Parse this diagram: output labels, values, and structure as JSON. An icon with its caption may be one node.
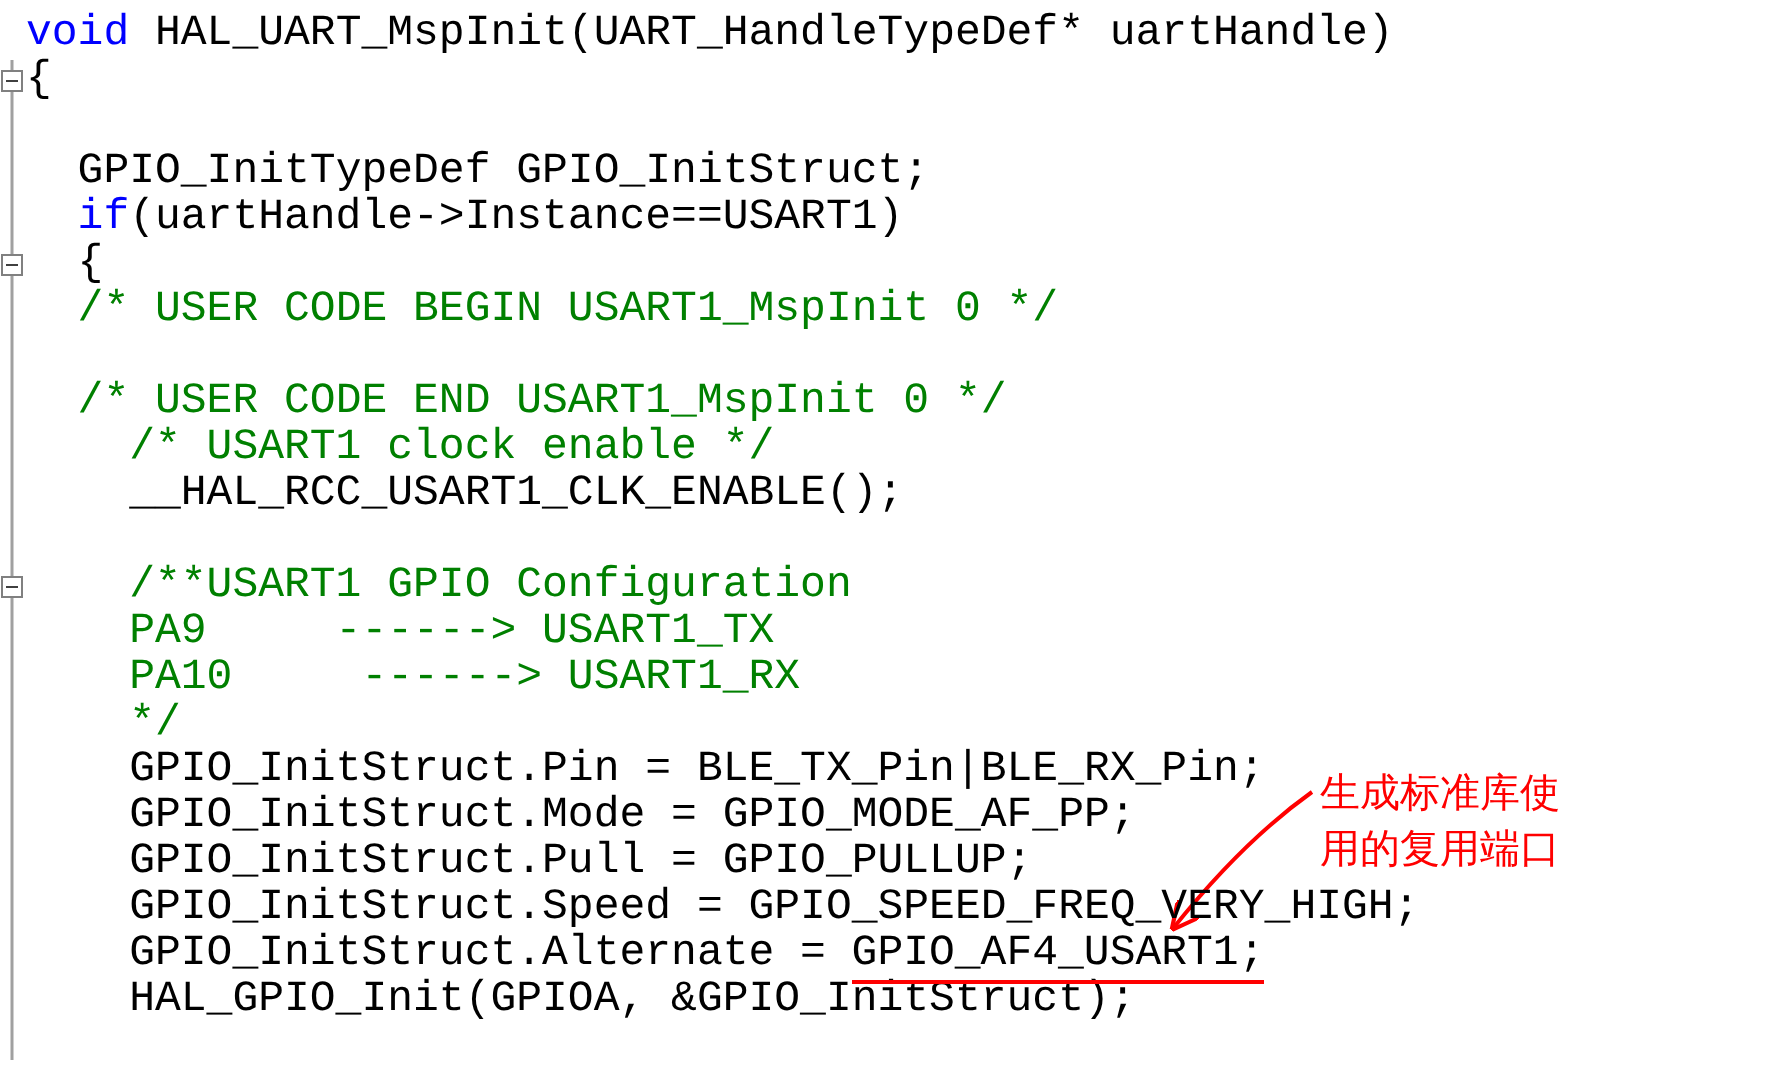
{
  "diagram": {
    "nodes": [
      {
        "text": [
          "生成标准库使用的复用端口"
        ]
      },
      {
        "text": [
          "GPIO_AF4_USART1;"
        ]
      }
    ],
    "edges": [
      {
        "from": 0,
        "to": 1,
        "arrow": "to",
        "color": "#ff0000"
      }
    ],
    "labels": [
      "void",
      "HAL_UART_MspInit(UART_HandleTypeDef* uartHandle)",
      "{",
      "GPIO_InitTypeDef GPIO_InitStruct;",
      "if",
      "(uartHandle->Instance==USART1)",
      "{",
      "/* USER CODE BEGIN USART1_MspInit 0 */",
      "/* USER CODE END USART1_MspInit 0 */",
      "/* USART1 clock enable */",
      "__HAL_RCC_USART1_CLK_ENABLE();",
      "/**USART1 GPIO Configuration",
      "PA9     ------> USART1_TX",
      "PA10     ------> USART1_RX",
      "*/",
      "GPIO_InitStruct.Pin = BLE_TX_Pin|BLE_RX_Pin;",
      "GPIO_InitStruct.Mode = GPIO_MODE_AF_PP;",
      "GPIO_InitStruct.Pull = GPIO_PULLUP;",
      "GPIO_InitStruct.Speed = GPIO_SPEED_FREQ_VERY_HIGH;",
      "GPIO_InitStruct.Alternate =",
      "HAL_GPIO_Init(GPIOA, &GPIO_InitStruct);"
    ]
  }
}
